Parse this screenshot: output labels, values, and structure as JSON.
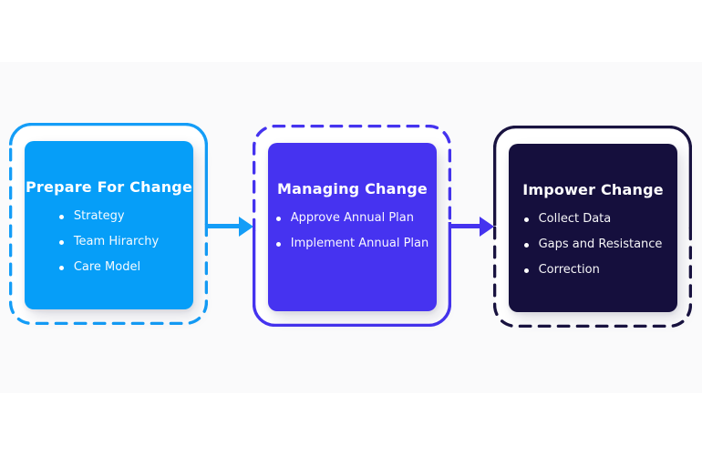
{
  "page": {
    "background": "#ffffff",
    "panel_background": "#fafafb"
  },
  "diagram": {
    "steps": [
      {
        "title": "Prepare For Change",
        "items": [
          "Strategy",
          "Team Hirarchy",
          "Care Model"
        ],
        "fill": "#069EF8",
        "accent": "#149DF7",
        "text_color": "#FFFFFF"
      },
      {
        "title": "Managing Change",
        "items": [
          "Approve Annual Plan",
          "Implement Annual Plan"
        ],
        "fill": "#4633F0",
        "accent": "#4533EF",
        "text_color": "#FFFFFF"
      },
      {
        "title": "Impower Change",
        "items": [
          "Collect Data",
          "Gaps and Resistance",
          "Correction"
        ],
        "fill": "#150F3D",
        "accent": "#191340",
        "text_color": "#FFFFFF"
      }
    ],
    "arrows": [
      {
        "from": "Prepare For Change",
        "to": "Managing Change",
        "color": "#149DF7"
      },
      {
        "from": "Managing Change",
        "to": "Impower Change",
        "color": "#4533EF"
      }
    ]
  }
}
